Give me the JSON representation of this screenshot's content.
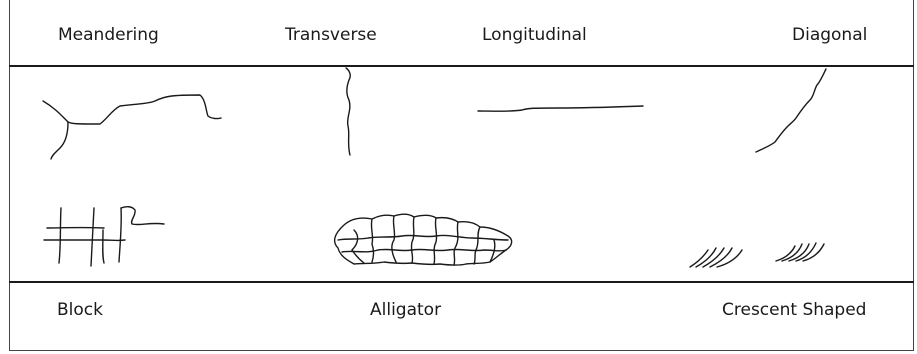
{
  "labels": {
    "meandering": "Meandering",
    "transverse": "Transverse",
    "longitudinal": "Longitudinal",
    "diagonal": "Diagonal",
    "block": "Block",
    "alligator": "Alligator",
    "crescent": "Crescent Shaped"
  }
}
